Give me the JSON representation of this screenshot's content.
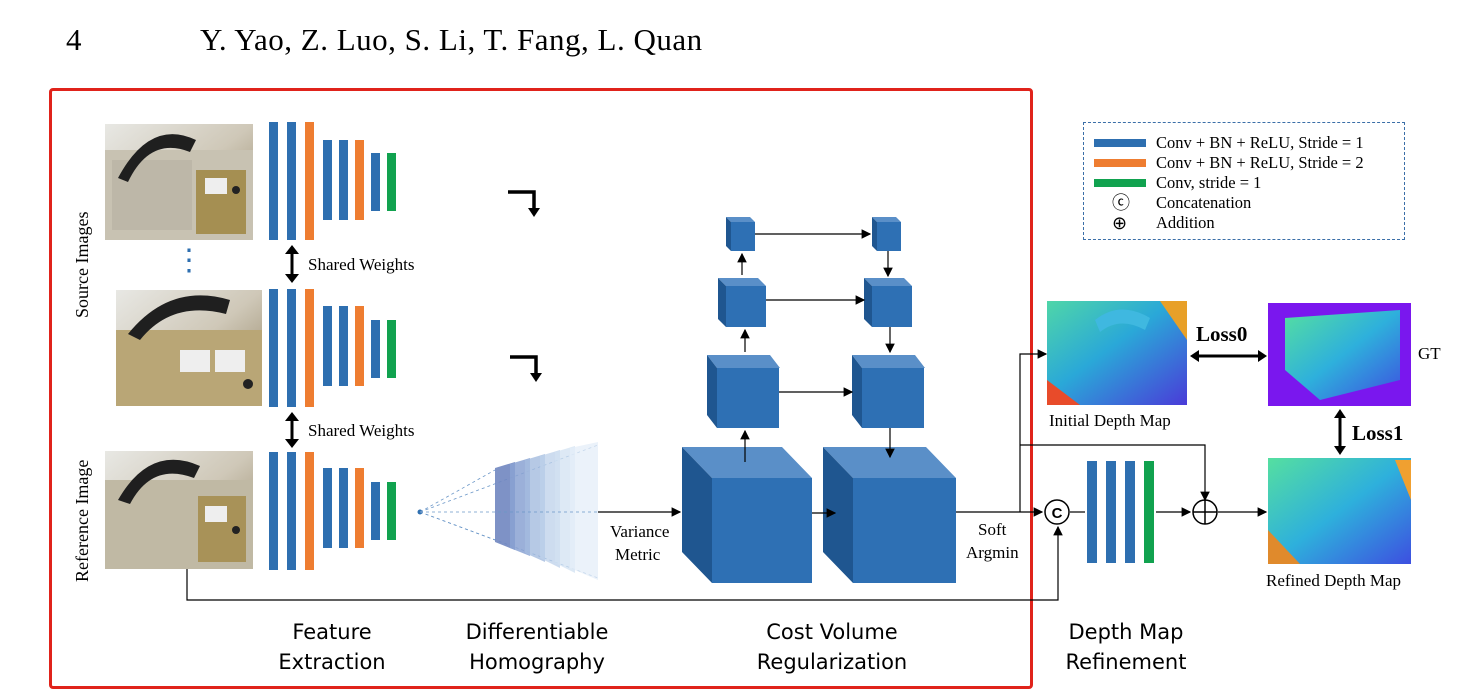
{
  "header": {
    "page_number": "4",
    "authors": "Y. Yao, Z. Luo, S. Li, T. Fang, L. Quan"
  },
  "legend": {
    "items": [
      {
        "label": "Conv + BN + ReLU, Stride = 1",
        "color": "#2e6fb0"
      },
      {
        "label": "Conv + BN + ReLU, Stride = 2",
        "color": "#ee7d31"
      },
      {
        "label": "Conv, stride = 1",
        "color": "#11a24f"
      }
    ],
    "symbols": [
      {
        "symbol": "ⓒ",
        "label": "Concatenation"
      },
      {
        "symbol": "⊕",
        "label": "Addition"
      }
    ]
  },
  "labels": {
    "source_images": "Source Images",
    "reference_image": "Reference Image",
    "shared_weights_1": "Shared Weights",
    "shared_weights_2": "Shared Weights",
    "variance_metric_1": "Variance",
    "variance_metric_2": "Metric",
    "soft_argmin_1": "Soft",
    "soft_argmin_2": "Argmin",
    "initial_depth_map": "Initial Depth Map",
    "refined_depth_map": "Refined Depth Map",
    "gt": "GT",
    "loss0": "Loss0",
    "loss1": "Loss1",
    "dots": "⋮"
  },
  "stages": {
    "feature_1": "Feature",
    "feature_2": "Extraction",
    "homography_1": "Differentiable",
    "homography_2": "Homography",
    "cost_1": "Cost Volume",
    "cost_2": "Regularization",
    "refine_1": "Depth Map",
    "refine_2": "Refinement"
  },
  "colors": {
    "blue": "#2e6fb0",
    "orange": "#ee7d31",
    "green": "#11a24f",
    "cube_front": "#2e70b4",
    "cube_top": "#5a8fc8",
    "cube_side": "#1f5690",
    "frame": "#e0231b"
  }
}
